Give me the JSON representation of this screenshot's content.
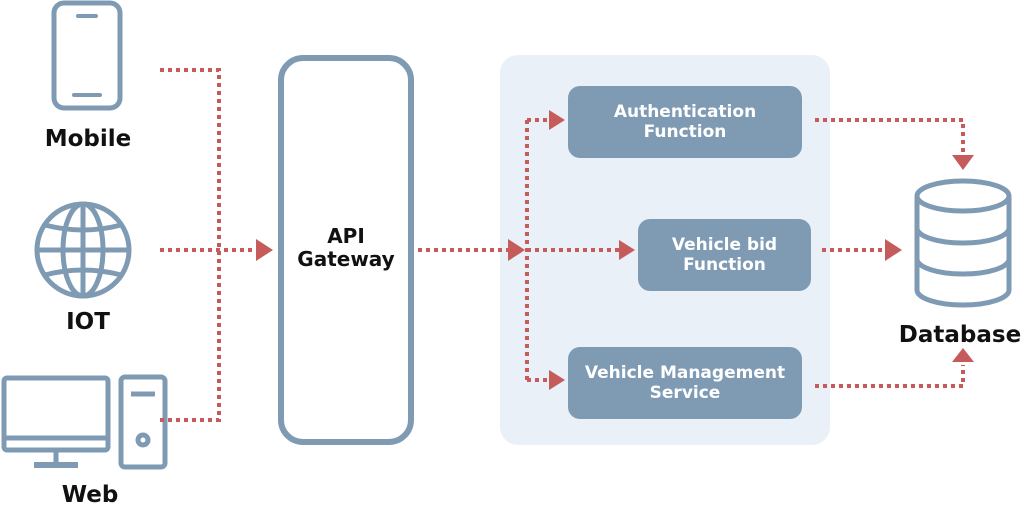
{
  "clients": {
    "mobile_label": "Mobile",
    "iot_label": "IOT",
    "web_label": "Web"
  },
  "gateway": {
    "line1": "API",
    "line2": "Gateway"
  },
  "functions": {
    "auth": {
      "line1": "Authentication",
      "line2": "Function"
    },
    "bid": {
      "line1": "Vehicle bid",
      "line2": "Function"
    },
    "mgmt": {
      "line1": "Vehicle Management",
      "line2": "Service"
    }
  },
  "database": {
    "label": "Database"
  },
  "colors": {
    "icon_stroke": "#7f9bb4",
    "box_fill": "#7f9bb4",
    "panel_fill": "#e9f0f7",
    "arrow": "#c65b5b",
    "text": "#111111"
  }
}
